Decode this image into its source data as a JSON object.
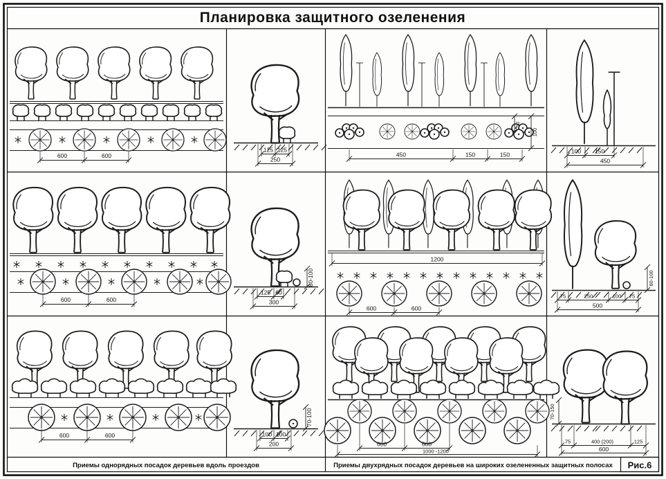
{
  "title": "Планировка защитного озеленения",
  "captions": {
    "left": "Приемы однорядных посадок деревьев вдоль проездов",
    "right": "Приемы двухрядных посадок деревьев на широких озелененных защитных полосах",
    "fig": "Рис.6"
  },
  "dims": {
    "a1": [
      "600",
      "600"
    ],
    "a2": [
      "600",
      "600"
    ],
    "a3": [
      "600",
      "600"
    ],
    "b1": [
      "125",
      "125",
      "250"
    ],
    "b2": [
      "125",
      "60",
      "300",
      "80-100"
    ],
    "b3": [
      "100",
      "100",
      "200",
      "70-100"
    ],
    "c1": [
      "450",
      "150",
      "150",
      "50",
      "100"
    ],
    "c2": [
      "1200",
      "600",
      "600"
    ],
    "c3": [
      "600",
      "600",
      "1000 -1200"
    ],
    "d1": [
      "100",
      "150",
      "450"
    ],
    "d2": [
      "75",
      "250",
      "100",
      "75",
      "500",
      "60-100"
    ],
    "d3": [
      "75",
      "400 (200)",
      "125",
      "600",
      "70-150"
    ]
  }
}
